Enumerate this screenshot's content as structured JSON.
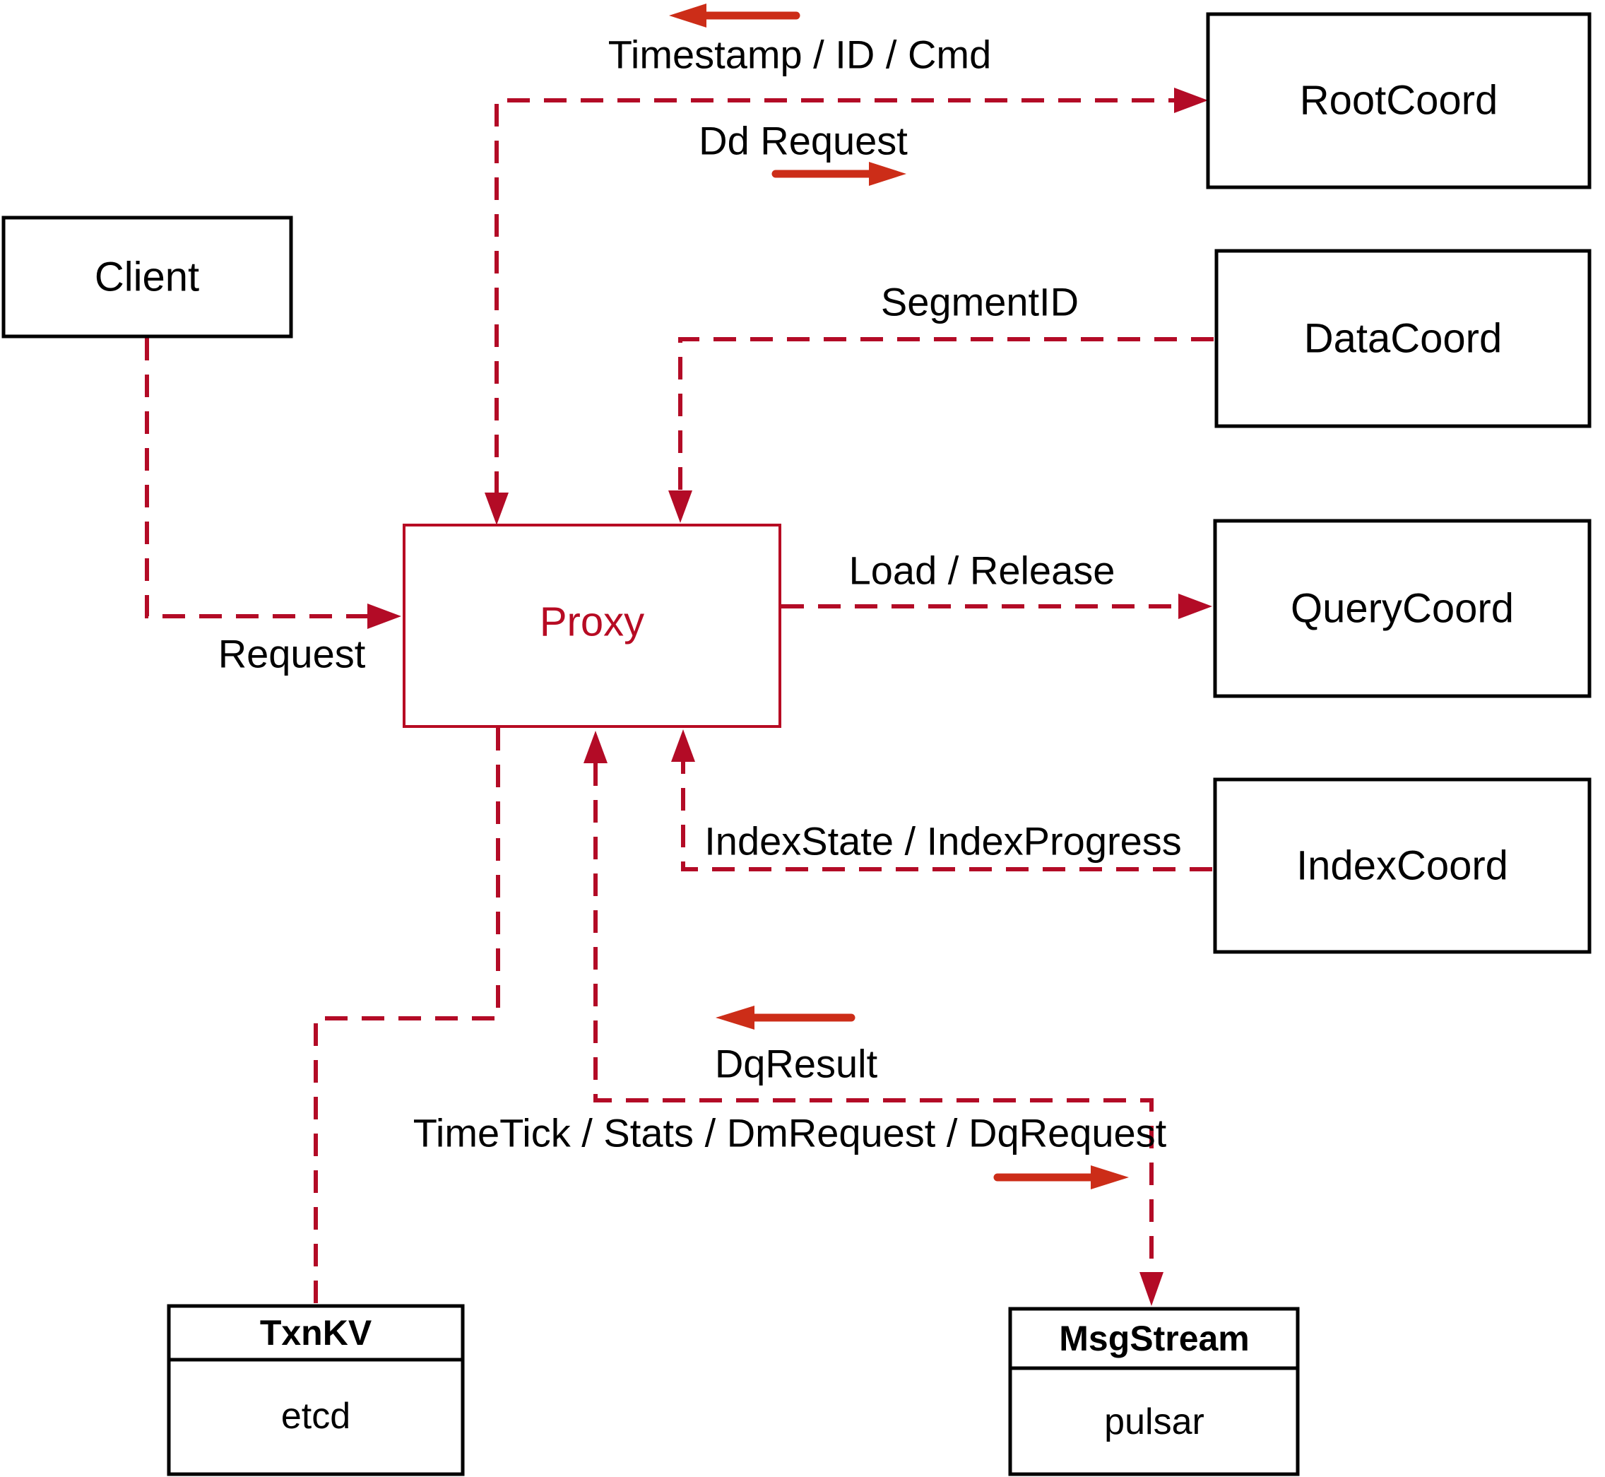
{
  "theme": {
    "line_color": "#b30b26",
    "arrow_color": "#cc2d18",
    "proxy_color": "#b70b23",
    "box_border": "#000000",
    "text_color": "#000000",
    "bg_color": "#ffffff"
  },
  "nodes": {
    "client": "Client",
    "proxy": "Proxy",
    "root_coord": "RootCoord",
    "data_coord": "DataCoord",
    "query_coord": "QueryCoord",
    "index_coord": "IndexCoord",
    "txn_kv": {
      "title": "TxnKV",
      "impl": "etcd"
    },
    "msg_stream": {
      "title": "MsgStream",
      "impl": "pulsar"
    }
  },
  "edges": {
    "timestamp_id_cmd": "Timestamp / ID / Cmd",
    "dd_request": "Dd Request",
    "segment_id": "SegmentID",
    "load_release": "Load / Release",
    "request": "Request",
    "index_state_progress": "IndexState / IndexProgress",
    "dq_result": "DqResult",
    "timetick_stats": "TimeTick / Stats / DmRequest / DqRequest"
  }
}
